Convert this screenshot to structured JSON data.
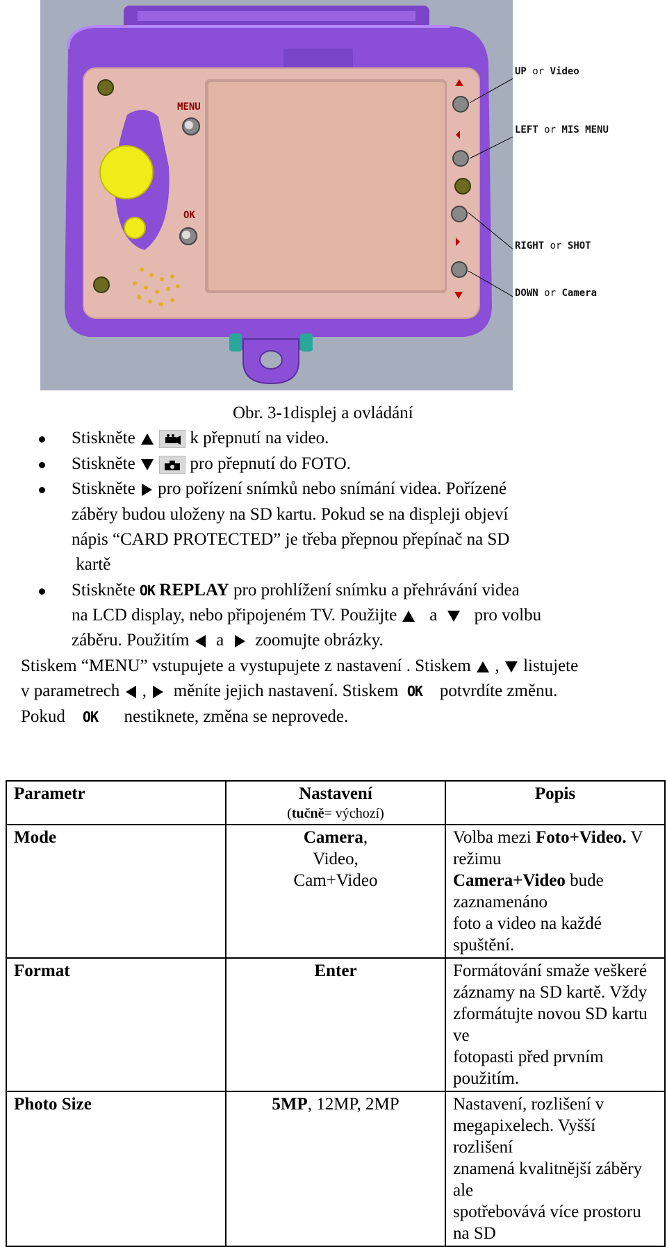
{
  "figure": {
    "callouts": {
      "up": {
        "key": "UP",
        "or": "or",
        "action": "Video"
      },
      "left": {
        "key": "LEFT",
        "or": "or",
        "action": "MIS MENU"
      },
      "right": {
        "key": "RIGHT",
        "or": "or",
        "action": "SHOT"
      },
      "down": {
        "key": "DOWN",
        "or": "or",
        "action": "Camera"
      }
    },
    "device_labels": {
      "menu": "MENU",
      "ok": "OK"
    },
    "colors": {
      "body": "#8a4fd6",
      "face": "#e4b9b0",
      "screen": "#e2b4a6",
      "shutter": "#f0ec1a",
      "background": "#a6aebe"
    }
  },
  "caption": "Obr. 3-1displej a ovládání",
  "bullets": [
    {
      "pre": "Stiskněte",
      "post": "k přepnutí na video."
    },
    {
      "pre": "Stiskněte",
      "post": "pro přepnutí do FOTO."
    },
    {
      "pre": "Stiskněte",
      "post": "pro pořízení snímků nebo snímání videa. Pořízené",
      "cont": [
        "záběry budou uloženy na SD kartu. Pokud se na displeji objeví",
        "nápis “CARD PROTECTED” je třeba přepnou přepínač na SD",
        " kartě"
      ]
    },
    {
      "pre": "Stiskněte",
      "ok": "OK",
      "bold": "REPLAY",
      "post": "pro prohlížení snímku a přehrávání videa",
      "cont2a": "na  LCD display, nebo připojeném TV. Použijte",
      "cont2b": "a",
      "cont2c": "pro volbu",
      "cont3a": "záběru.  Použitím",
      "cont3b": "a",
      "cont3c": "zoomujte obrázky."
    }
  ],
  "paragraph": {
    "l1a": "Stiskem “MENU”  vstupujete a vystupujete z nastavení . Stiskem",
    "l1b": ",",
    "l1c": "listujete",
    "l2a": "v parametrech",
    "l2b": ",",
    "l2c": "měníte jejich nastavení. Stiskem",
    "l2d": "potvrdíte změnu.",
    "l3a": "Pokud",
    "l3b": "nestiknete, změna se neprovede.",
    "ok": "OK"
  },
  "table": {
    "headers": {
      "param": "Parametr",
      "setting": "Nastavení",
      "setting_note_bold": "tučně",
      "setting_note": "= výchozí",
      "desc": "Popis"
    },
    "rows": [
      {
        "param": "Mode",
        "s1_bold": "Camera",
        "s1_rest": ",",
        "s2": "Video,",
        "s3": "Cam+Video",
        "d1a": "Volba mezi ",
        "d1b": "Foto+Video.",
        "d1c": " V režimu",
        "d2a": "Camera+Video",
        "d2b": " bude zaznamenáno",
        "d3": "foto a video na každé spuštění."
      },
      {
        "param": "Format",
        "s1_bold": "Enter",
        "d1": "Formátování smaže veškeré",
        "d2": "záznamy na SD kartě. Vždy",
        "d3": "zformátujte novou SD kartu ve",
        "d4": "fotopasti před prvním použitím."
      },
      {
        "param": "Photo Size",
        "s1_bold": "5MP",
        "s1_rest": ", 12MP, 2MP",
        "d1": "Nastavení, rozlišení v",
        "d2": "megapixelech. Vyšší rozlišení",
        "d3": "znamená kvalitnější záběry ale",
        "d4": "spotřebovává více prostoru na SD"
      }
    ]
  }
}
